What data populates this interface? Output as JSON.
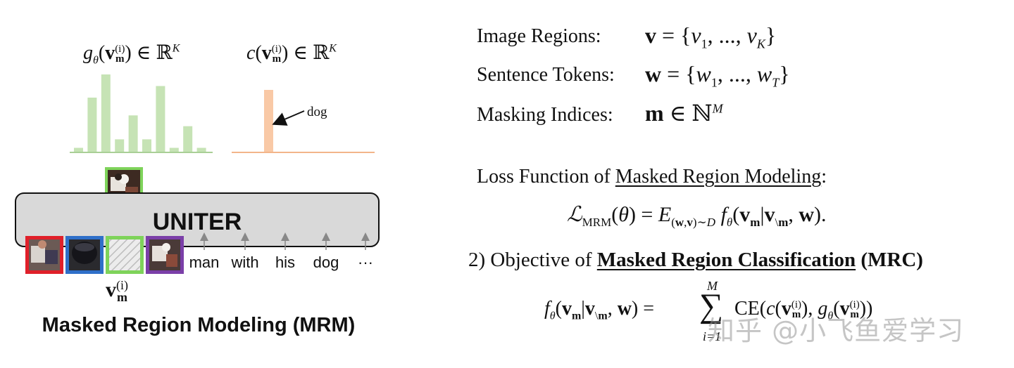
{
  "left_panel": {
    "hist_left_formula": "gθ(v(i)m) ∈ ℝK",
    "hist_right_formula": "c(v(i)m) ∈ ℝK",
    "hist_left_bars": [
      0.05,
      0.7,
      1.0,
      0.16,
      0.47,
      0.16,
      0.85,
      0.05,
      0.33,
      0.05
    ],
    "hist_right_bars": [
      0.8
    ],
    "dog_annotation": "dog",
    "model_name": "UNITER",
    "tokens": [
      "man",
      "with",
      "his",
      "dog",
      "···"
    ],
    "region_frames": [
      {
        "name": "region-red",
        "color": "#e0202a"
      },
      {
        "name": "region-blue",
        "color": "#2f6fc9"
      },
      {
        "name": "region-masked",
        "color": "#7ed35a"
      },
      {
        "name": "region-purple",
        "color": "#7b3fa8"
      }
    ],
    "masked_label": "v(i)m",
    "caption": "Masked Region Modeling (MRM)",
    "colors": {
      "green_bar": "#c6e3b5",
      "orange_bar": "#f9c9a6",
      "uniter_fill": "#d9d9d9",
      "output_frame": "#7ed35a"
    }
  },
  "right_panel": {
    "image_regions_label": "Image Regions:",
    "image_regions_eq": "v = {v1, ..., vK}",
    "sentence_tokens_label": "Sentence Tokens:",
    "sentence_tokens_eq": "w = {w1, ..., wT}",
    "masking_label": "Masking Indices:",
    "masking_eq": "m ∈ ℕM",
    "loss_prefix": "Loss Function of ",
    "loss_link": "Masked Region Modeling",
    "loss_suffix": ":",
    "loss_eq": "ℒMRM(θ) = E(w,v)∼D fθ(vm|v\\m, w).",
    "objective_prefix": "2) Objective of ",
    "objective_link": "Masked Region Classification",
    "objective_suffix": " (MRC)",
    "mrc_eq": "fθ(vm|v\\m, w) = Σ CE(c(v(i)m), gθ(v(i)m))",
    "sum_top": "M",
    "sum_bottom": "i=1"
  },
  "watermark": "知乎 @小飞鱼爱学习"
}
